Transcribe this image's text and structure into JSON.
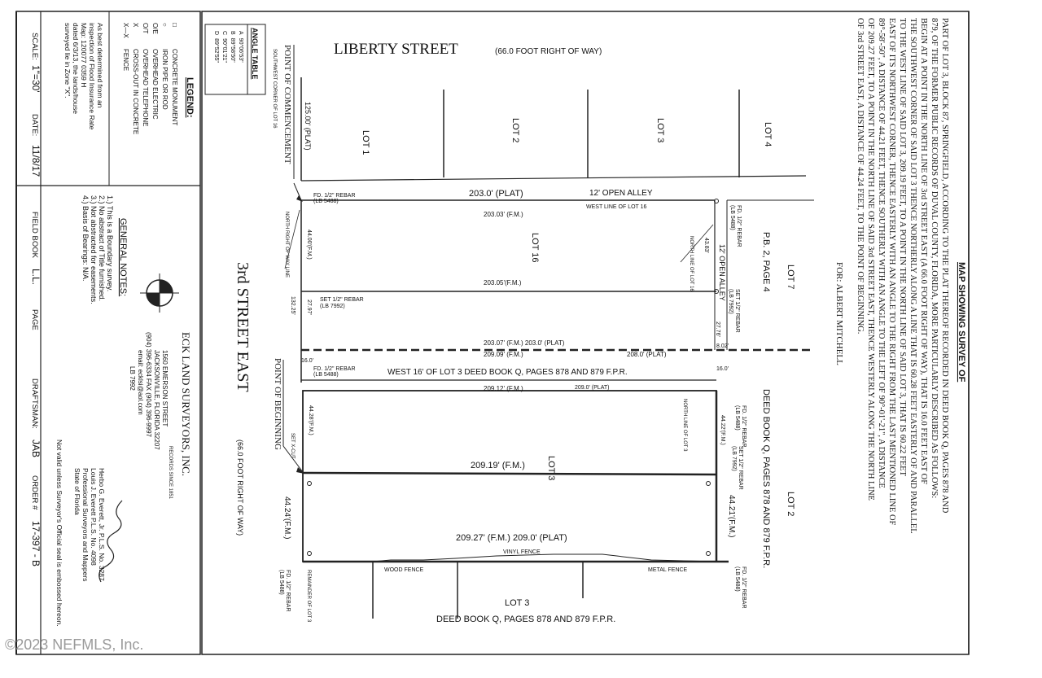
{
  "map": {
    "title": "MAP SHOWING SURVEY OF",
    "description": [
      "PART OF LOT 3, BLOCK 87, SPRINGFIELD, ACCORDING TO THE PLAT THEREOF RECORDED IN DEED BOOK Q, PAGES 878 AND",
      "879, OF THE FORMER PUBLIC RECORDS OF DUVAL COUNTY, FLORIDA, MORE PARTICULARLY DESCRIBED AS FOLLOWS:",
      "BEGIN AT A POINT IN THE NORTH LINE OF 3rd STREET EAST (A 66.0 FOOT RIGHT OF WAY), THAT IS 16.0 FEET EAST OF",
      "THE SOUTHWEST CORNER OF SAID LOT 3 THENCE NORTHERLY ALONG A LINE THAT IS 60.28 FEET EASTERLY OF AND PARALLEL",
      "TO THE WEST LINE OF SAID LOT 3, 209.19 FEET, TO A POINT IN THE NORTH LINE OF SAID LOT 3, THAT IS 60.22 FEET",
      "EAST OF ITS NORTHWEST CORNER, THENCE EASTERLY WITH AN ANGLE TO THE RIGHT FROM THE LAST MENTIONED LINE OF",
      "89°-58'-50\", A DISTANCE OF 44.21 FEET, THENCE SOUTHERLY WITH AN ANGLE TO THE LEFT OF 90°-01'-21\", A DISTANCE",
      "OF 209.27 FEET, TO A POINT IN THE NORTH LINE OF SAID 3rd STREET EAST, THENCE WESTERLY ALONG THE NORTH LINE",
      "OF 3rd STREET EAST, A DISTANCE OF 44.24 FEET, TO THE POINT OF BEGINNING."
    ],
    "for_line": "FOR: ALBERT MITCHELL"
  },
  "streets": {
    "liberty": "LIBERTY STREET",
    "liberty_row": "(66.0 FOOT RIGHT OF WAY)",
    "third": "3rd STREET EAST",
    "third_row": "(66.0 FOOT RIGHT OF WAY)",
    "alley": "12' OPEN ALLEY",
    "alley2": "12' OPEN ALLEY"
  },
  "points": {
    "commencement": "POINT OF COMMENCEMENT",
    "commencement_note": "SOUTHWEST CORNER OF LOT 16",
    "beginning": "POINT OF BEGINNING"
  },
  "lots": {
    "lot1": "LOT 1",
    "lot2": "LOT 2",
    "lot3": "LOT 3",
    "lot4": "LOT 4",
    "lot16": "LOT 16",
    "lot7": "LOT 7",
    "pb": "P.B. 2, PAGE 4",
    "lot3_parcel": "LOT 3",
    "lot2_east": "LOT 2",
    "deed_east": "DEED BOOK Q, PAGES 878 AND 879 F.P.R.",
    "lot3_south": "LOT 3",
    "deed_south": "DEED BOOK Q, PAGES 878 AND 879 F.P.R.",
    "west16": "WEST 16' OF LOT 3 DEED BOOK Q, PAGES 878 AND 879 F.P.R."
  },
  "dims": {
    "d125": "125.00' (PLAT)",
    "d203_plat": "203.0' (PLAT)",
    "d203_03": "203.03' (F.M.)",
    "d203_05": "203.05'(F.M.)",
    "d203_07": "203.07' (F.M.) 203.0' (PLAT)",
    "d209_09": "209.09' (F.M.)",
    "d208_plat": "208.0' (PLAT)",
    "d209_12": "209.12' (F.M.)",
    "d209_plat_a": "209.0' (PLAT)",
    "d209_19": "209.19' (F.M.)",
    "d209_27": "209.27' (F.M.)  209.0' (PLAT)",
    "d44_00": "44.00'(F.M.)",
    "d43_83": "43.83'",
    "d27_97": "27.97'",
    "d132_25": "132.25'",
    "d27_76": "27.76'",
    "d8_02": "8.02'",
    "d16_0a": "16.0'",
    "d16_0b": "16.0'",
    "d44_28": "44.28'(F.M.)",
    "d44_22": "44.22'(F.M.)",
    "d44_24": "44.24'(F.M.)",
    "d44_21": "44.21'(F.M.)"
  },
  "monuments": {
    "rebar_nw": "FD. 1/2\" REBAR",
    "lb_nw": "(LB 5488)",
    "rebar_mid": "SET 1/2\" REBAR",
    "lb_mid": "(LB 7992)",
    "rebar_w16": "FD. 1/2\" REBAR",
    "lb_w16": "(LB 5488)",
    "set_xcut": "SET X-CUT",
    "rebar_se": "FD. 1/2\" REBAR",
    "lb_se": "(LB 5488)",
    "rebar_ne": "FD. 1/2\" REBAR",
    "lb_ne": "(LB 5488)",
    "set_ne": "SET 1/2\" REBAR",
    "set_ne_lb": "(LB 7992)",
    "remainder": "REMAINDER OF LOT 3"
  },
  "lines": {
    "west_lot16": "WEST LINE OF LOT 16",
    "north_lot16": "NORTH LINE OF LOT 16",
    "north_lot3": "NORTH LINE OF LOT 3",
    "north_row": "NORTH RIGHT OF WAY LINE"
  },
  "fences": {
    "wood": "WOOD FENCE",
    "vinyl": "VINYL FENCE",
    "metal": "METAL FENCE"
  },
  "angle_table": {
    "title": "ANGLE TABLE",
    "rows": [
      {
        "k": "A",
        "v": "90°06'53\""
      },
      {
        "k": "B",
        "v": "89°58'50\""
      },
      {
        "k": "C",
        "v": "90°01'21\""
      },
      {
        "k": "D",
        "v": "89°52'55\""
      }
    ]
  },
  "legend": {
    "title": "LEGEND:",
    "items": [
      {
        "sym": "□",
        "label": "CONCRETE MONUMENT"
      },
      {
        "sym": "○",
        "label": "IRON PIPE OR ROD"
      },
      {
        "sym": "O/E",
        "label": "OVERHEAD ELECTRIC"
      },
      {
        "sym": "O/T",
        "label": "OVERHEAD TELEPHONE"
      },
      {
        "sym": "X",
        "label": "CROSS-OUT IN CONCRETE"
      },
      {
        "sym": "X—X",
        "label": "FENCE"
      }
    ],
    "flood": [
      "As best determined from an",
      "inspection of Flood Insurance Rate",
      "Map:   120077      0359   H",
      "dated  6/3/13, the lands/house",
      "surveyed lie in Zone \"X\"."
    ]
  },
  "notes": {
    "title": "GENERAL NOTES:",
    "items": [
      "1.) This is a Boundary survey.",
      "2.) No abstract of Title furnished.",
      "3.) Not abstracted for easements.",
      "4.) Basis of Bearings: N/A."
    ]
  },
  "company": {
    "name": "ECK LAND SURVEYORS, INC.",
    "since": "RECORDS SINCE 1851",
    "addr1": "1560 EMERSON STREET",
    "addr2": "JACKSONVILLE, FLORIDA 32207",
    "phone": "(904) 396-6334 FAX (904) 396-9997",
    "email": "email: ecklsi@aol.com",
    "lb": "LB 7992"
  },
  "signature": {
    "lines": [
      "Herbo G. Everett, Jr. P.L.S. No. 3287",
      "Louis J. Everett    P.L.S. No. 4098",
      "Professional Surveyors and Mappers",
      "State of Florida"
    ],
    "invalid": "Not valid unless Surveyor's Official seal is embossed hereon."
  },
  "titleblock": {
    "scale_label": "SCALE:",
    "scale": "1\"=30'",
    "date_label": "DATE:",
    "date": "11/8/17",
    "field_label": "FIELD BOOK",
    "field": "L.L.",
    "page_label": "PAGE",
    "page": "",
    "drafts_label": "DRAFTSMAN:",
    "drafts": "JAB",
    "order_label": "ORDER #",
    "order": "17-397 - B"
  },
  "watermark": "©2023 NEFMLS, Inc."
}
